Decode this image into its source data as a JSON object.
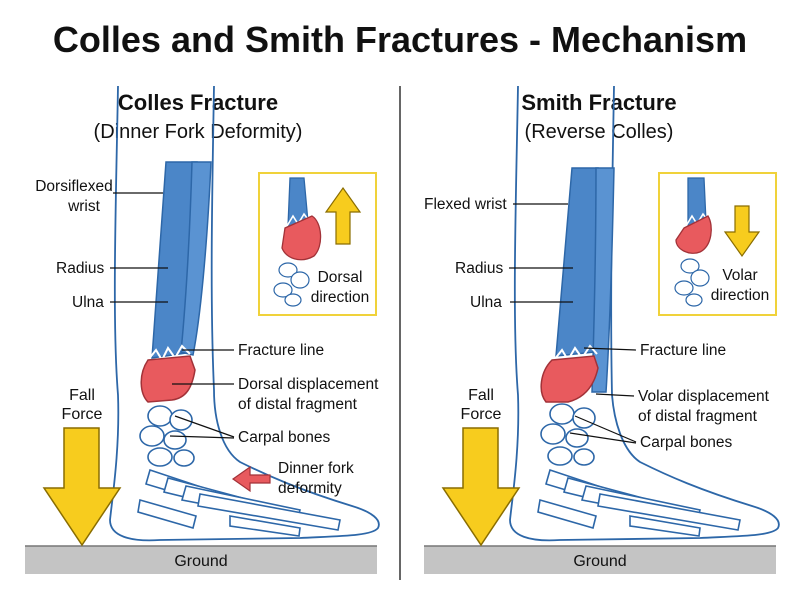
{
  "title": "Colles and Smith Fractures - Mechanism",
  "colors": {
    "bone_blue": "#4b86c8",
    "outline_blue": "#2d67a8",
    "fracture_red": "#e85a5e",
    "arrow_yellow": "#f7cc1e",
    "inset_border": "#f0d23a",
    "ground_gray": "#c4c4c4"
  },
  "colles": {
    "title": "Colles Fracture",
    "subtitle": "(Dinner Fork Deformity)",
    "labels": {
      "dorsiflexed_line1": "Dorsiflexed",
      "dorsiflexed_line2": "wrist",
      "radius": "Radius",
      "ulna": "Ulna",
      "fracture_line": "Fracture line",
      "displacement_line1": "Dorsal displacement",
      "displacement_line2": "of distal fragment",
      "carpal": "Carpal bones",
      "deformity_line1": "Dinner fork",
      "deformity_line2": "deformity"
    },
    "inset": {
      "line1": "Dorsal",
      "line2": "direction",
      "arrow": "up-arrow-icon"
    },
    "force_line1": "Fall",
    "force_line2": "Force",
    "ground": "Ground"
  },
  "smith": {
    "title": "Smith Fracture",
    "subtitle": "(Reverse Colles)",
    "labels": {
      "flexed": "Flexed wrist",
      "radius": "Radius",
      "ulna": "Ulna",
      "fracture_line": "Fracture line",
      "displacement_line1": "Volar displacement",
      "displacement_line2": "of distal fragment",
      "carpal": "Carpal bones"
    },
    "inset": {
      "line1": "Volar",
      "line2": "direction",
      "arrow": "down-arrow-icon"
    },
    "force_line1": "Fall",
    "force_line2": "Force",
    "ground": "Ground"
  }
}
